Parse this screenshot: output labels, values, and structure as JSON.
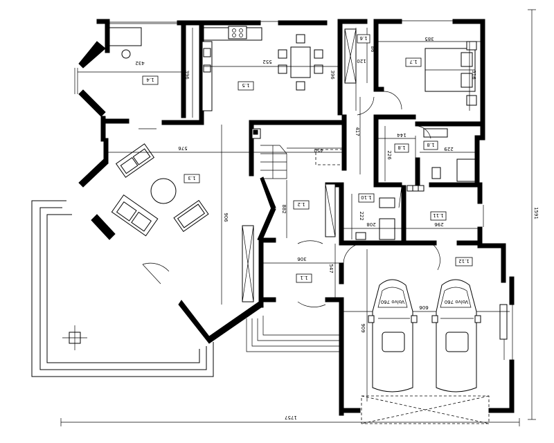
{
  "rooms": [
    {
      "id": "r14",
      "label": "1.4"
    },
    {
      "id": "r15",
      "label": "1.5"
    },
    {
      "id": "r16",
      "label": "1.6"
    },
    {
      "id": "r17",
      "label": "1.7"
    },
    {
      "id": "r18a",
      "label": "1.8"
    },
    {
      "id": "r18b",
      "label": "1.8"
    },
    {
      "id": "r13",
      "label": "1.3"
    },
    {
      "id": "r12",
      "label": "1.2"
    },
    {
      "id": "r110",
      "label": "1.10"
    },
    {
      "id": "r111",
      "label": "1.11"
    },
    {
      "id": "r11",
      "label": "1.1"
    },
    {
      "id": "r112",
      "label": "1.12"
    }
  ],
  "dimensions": {
    "d432": "432",
    "d552": "552",
    "d396a": "396",
    "d396b": "396",
    "d120": "120",
    "d86": "86",
    "d385": "385",
    "d316": "316",
    "d576": "576",
    "d450": "450",
    "d417": "417",
    "d144": "144",
    "d229": "229",
    "d226": "226",
    "d882": "882",
    "d906": "906",
    "d222": "222",
    "d208": "208",
    "d296": "296",
    "d306": "306",
    "d547": "547",
    "d606": "606",
    "d909": "909",
    "d1757": "1757",
    "d1591": "1591"
  },
  "car_labels": {
    "car_left": "Volvo 760",
    "car_right": "Volvo 760"
  }
}
